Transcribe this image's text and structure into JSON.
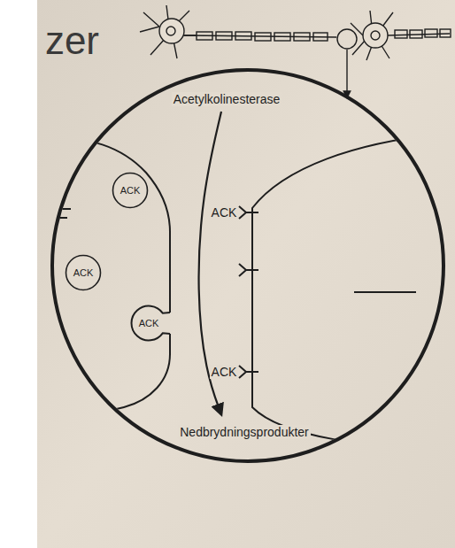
{
  "diagram": {
    "title": "zer",
    "nodes": [
      {
        "text": [
          "ACK"
        ]
      },
      {
        "text": [
          "ACK"
        ]
      },
      {
        "text": [
          "ACK"
        ]
      }
    ],
    "labels": [
      "Acetylkolinesterase",
      "ACK",
      "ACK",
      "Nedbrydningsprodukter"
    ]
  }
}
